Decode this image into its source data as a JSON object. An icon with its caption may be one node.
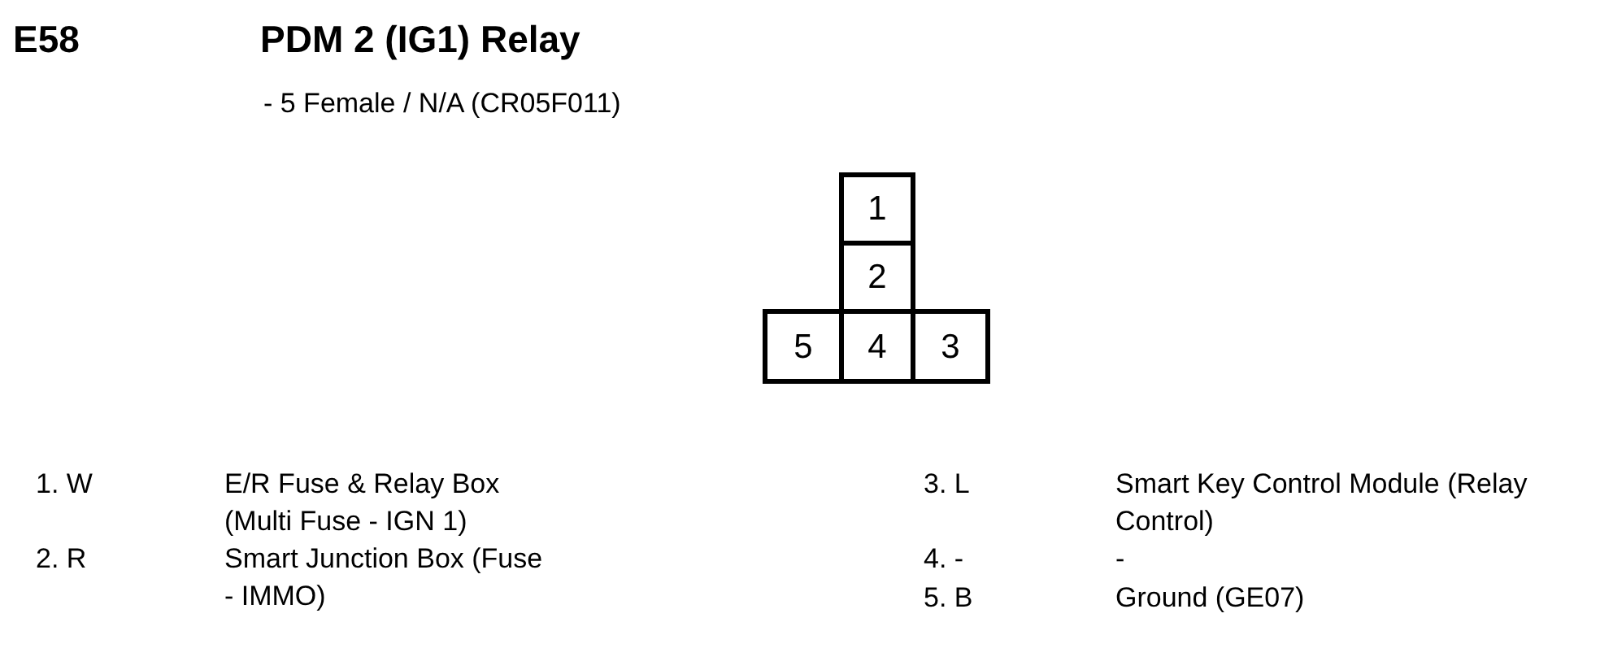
{
  "diagram": {
    "title": "PDM 2 (IG1) Relay",
    "nodes": [
      {
        "text": [
          "1"
        ]
      },
      {
        "text": [
          "2"
        ]
      },
      {
        "text": [
          "5"
        ]
      },
      {
        "text": [
          "4"
        ]
      },
      {
        "text": [
          "3"
        ]
      }
    ],
    "labels": [
      "E58",
      "- 5 Female / N/A (CR05F011)",
      "1. W",
      "E/R Fuse & Relay Box (Multi Fuse - IGN 1)",
      "3. L",
      "Smart Key Control Module (Relay Control)",
      "2. R",
      "Smart Junction Box (Fuse - IMMO)",
      "4. -",
      "-",
      "5. B",
      "Ground (GE07)"
    ]
  }
}
